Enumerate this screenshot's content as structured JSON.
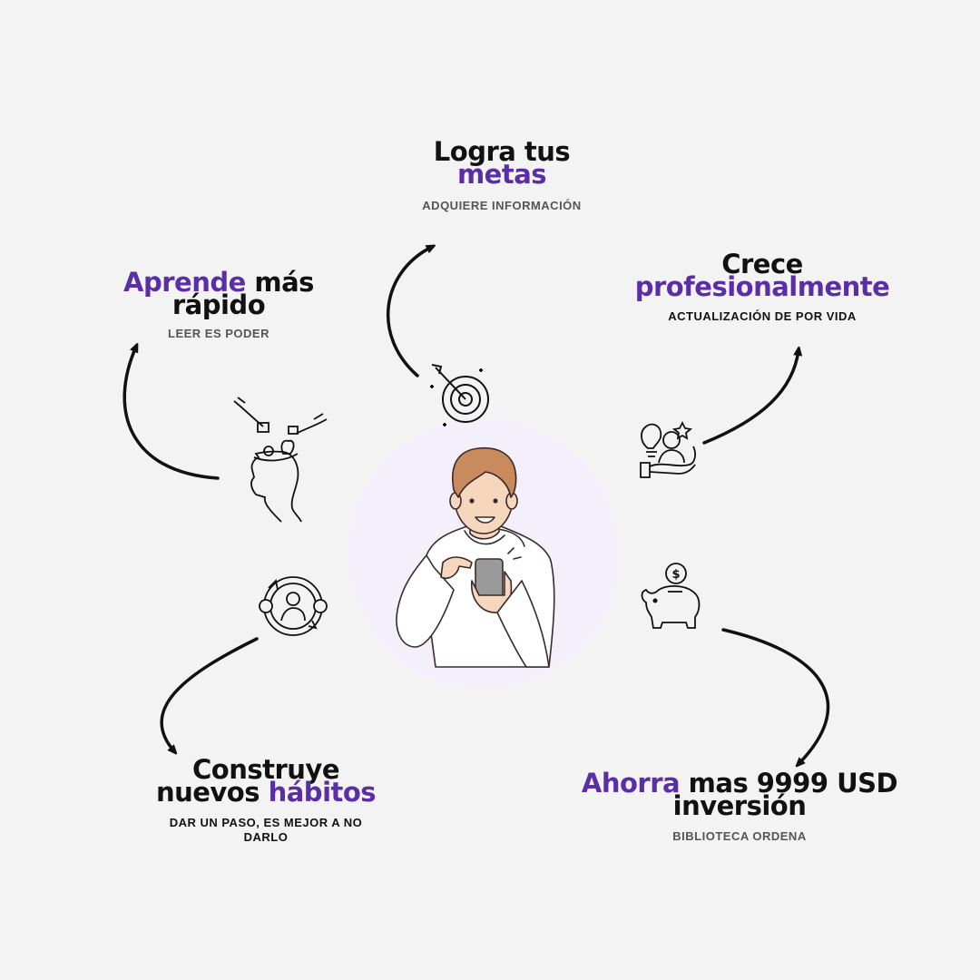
{
  "colors": {
    "background": "#f3f3f3",
    "accent": "#5a2ea6",
    "text": "#111111",
    "subtle": "#555555",
    "circle": "#f3effb"
  },
  "center": {
    "figure": "person-with-phone-illustration"
  },
  "nodes": {
    "goals": {
      "title_line1": "Logra tus",
      "title_line2": "metas",
      "subtitle": "ADQUIERE INFORMACIÓN",
      "icon": "target-icon"
    },
    "learn": {
      "title_hl": "Aprende",
      "title_rest": " más",
      "title_line2": "rápido",
      "subtitle": "LEER ES PODER",
      "icon": "head-ideas-icon"
    },
    "grow": {
      "title_line1": "Crece",
      "title_line2": "profesionalmente",
      "subtitle": "ACTUALIZACIÓN DE POR VIDA",
      "icon": "career-growth-icon"
    },
    "habits": {
      "title_line1": "Construye",
      "title_line2a": "nuevos ",
      "title_line2_hl": "hábitos",
      "subtitle": "DAR UN PASO, ES MEJOR A NO DARLO",
      "icon": "cycle-person-icon"
    },
    "savings": {
      "title_hl": "Ahorra",
      "title_rest": " mas 9999 USD",
      "title_line2": "inversión",
      "subtitle": "BIBLIOTECA ORDENA",
      "icon": "piggy-bank-icon"
    }
  }
}
